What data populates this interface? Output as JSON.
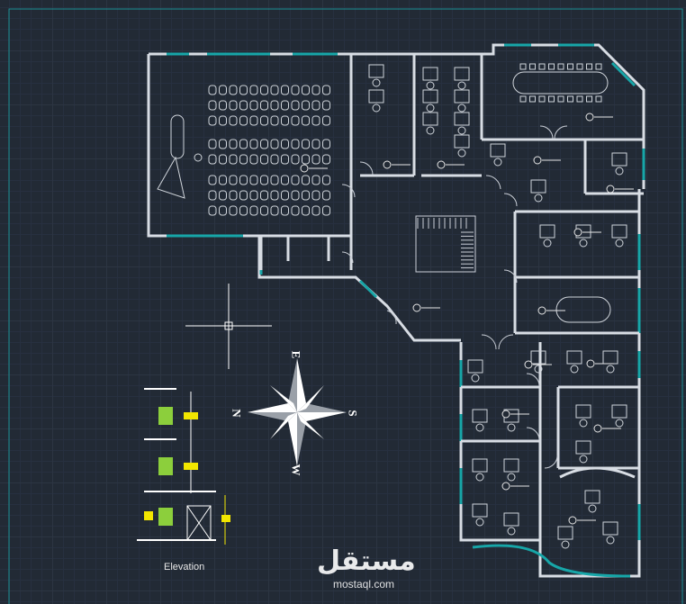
{
  "drawing": {
    "background_color": "#222a35",
    "wall_color": "#d8dde4",
    "glazing_color": "#17a6a8",
    "accent_yellow": "#f2e600",
    "accent_green": "#8ccf3c"
  },
  "elevation": {
    "label": "Elevation"
  },
  "compass": {
    "north": "N",
    "south": "S",
    "east": "E",
    "west": "W"
  },
  "watermark": {
    "brand_ar": "مستقل",
    "brand_en": "mostaql.com"
  }
}
